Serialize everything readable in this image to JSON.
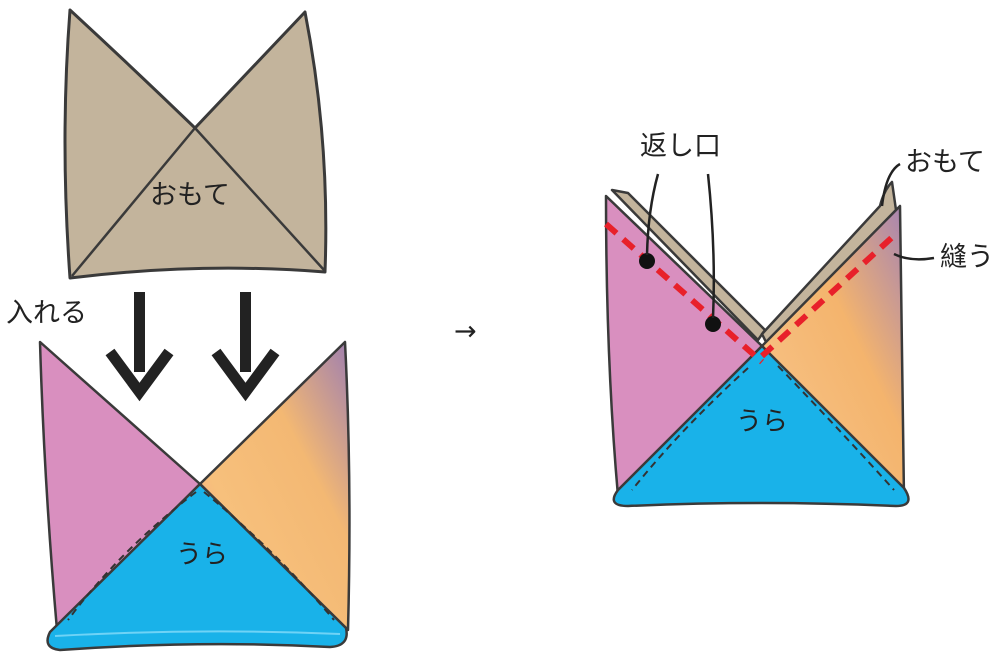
{
  "labels": {
    "omote_top": "おもて",
    "ireru": "入れる",
    "ura_left": "うら",
    "arrow_right": "→",
    "kaeshiguchi": "返し口",
    "omote_right": "おもて",
    "nuu": "縫う",
    "ura_right": "うら"
  },
  "colors": {
    "beige": "#c3b49c",
    "pink": "#d98fbf",
    "blue": "#19b2e9",
    "outline": "#3a3a3a",
    "stitch_red": "#e8202a",
    "grad_purple": "#a07fae",
    "grad_orange": "#f5b56a",
    "grad_peach": "#f3a48a"
  }
}
